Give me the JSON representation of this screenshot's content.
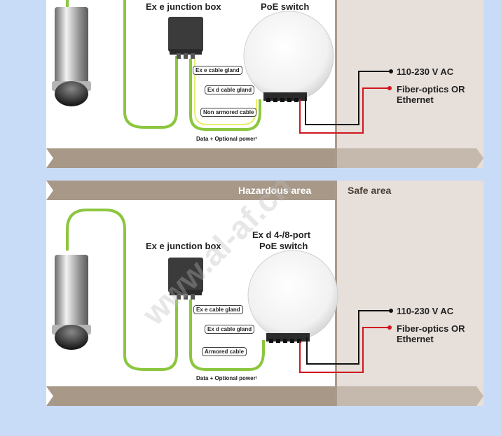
{
  "panel_top": {
    "junction_box_label": "Ex e junction box",
    "switch_label_line2": "PoE switch",
    "cable_gland_e": "Ex e cable gland",
    "cable_gland_d": "Ex d cable gland",
    "cable_type": "Non armored cable",
    "data_power": "Data + Optional power¹",
    "ac_label": "110-230 V AC",
    "fiber_line1": "Fiber-optics OR",
    "fiber_line2": "Ethernet"
  },
  "panel_bottom": {
    "hazardous_area": "Hazardous area",
    "safe_area": "Safe area",
    "junction_box_label": "Ex e junction box",
    "switch_label_line1": "Ex d 4-/8-port",
    "switch_label_line2": "PoE switch",
    "cable_gland_e": "Ex e cable gland",
    "cable_gland_d": "Ex d cable gland",
    "cable_type": "Armored cable",
    "data_power": "Data + Optional power¹",
    "ac_label": "110-230 V AC",
    "fiber_line1": "Fiber-optics OR",
    "fiber_line2": "Ethernet"
  },
  "watermark": "www.al-af.cn",
  "colors": {
    "background": "#c9dcf7",
    "green_cable": "#8cc63f",
    "red_cable": "#d0161f",
    "band": "#a89888",
    "safe_area": "#e6dfda"
  }
}
